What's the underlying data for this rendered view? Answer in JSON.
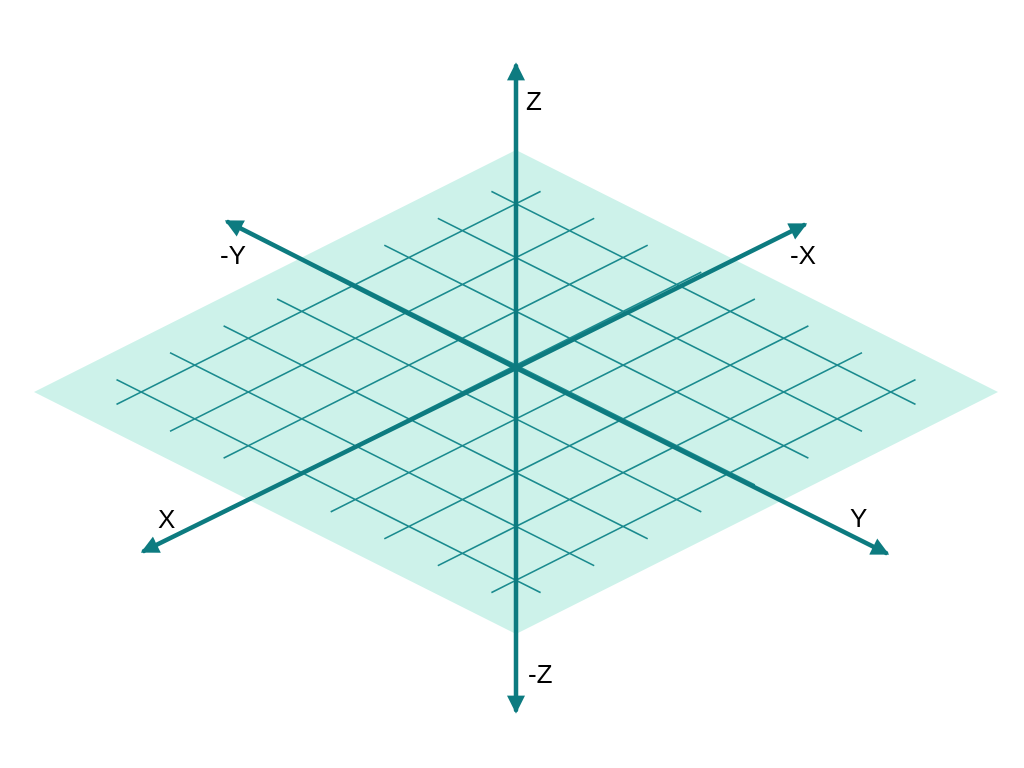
{
  "colors": {
    "plane_fill": "#cdf2ea",
    "grid_line": "#1a8a8e",
    "axis": "#0d7b80",
    "label": "#000000",
    "background": "#ffffff"
  },
  "grid": {
    "divisions": 9
  },
  "axes": {
    "z": {
      "label": "Z"
    },
    "neg_z": {
      "label": "-Z"
    },
    "x": {
      "label": "X"
    },
    "neg_x": {
      "label": "-X"
    },
    "y": {
      "label": "Y"
    },
    "neg_y": {
      "label": "-Y"
    }
  }
}
